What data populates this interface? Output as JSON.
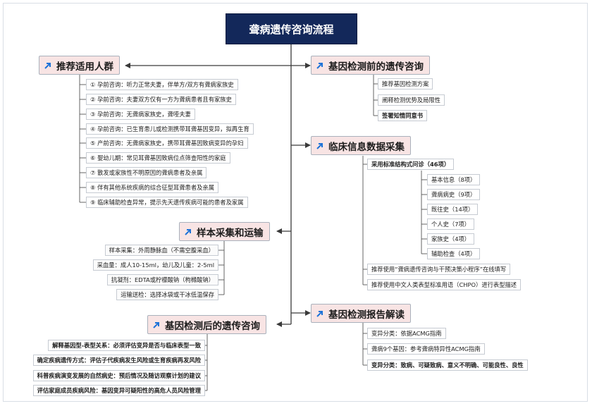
{
  "title": "聋病遗传咨询流程",
  "colors": {
    "root_bg": "#13285a",
    "main_bg": "#f8e4e4",
    "line": "#3a3a3a",
    "arrow": "#1e73d8"
  },
  "icons": {
    "topic_marker": "diagonal-arrow-icon"
  },
  "left": {
    "population": {
      "label": "推荐适用人群",
      "items": [
        "① 孕前咨询：听力正常夫妻，伴单方/双方有聋病家族史",
        "② 孕前咨询：夫妻双方仅有一方为聋病患者且有家族史",
        "③ 孕前咨询：无聋病家族史，聋哑夫妻",
        "④ 孕前咨询：已生育患儿或检测携带耳聋基因变异，拟再生育",
        "⑤ 产前咨询：无聋病家族史，携带耳聋基因致病变异的孕妇",
        "⑥ 婴幼儿期：常见耳聋基因致病位点筛查阳性的家庭",
        "⑦ 散发或家族性不明原因的聋病患者及亲属",
        "⑧ 伴有其他系统疾病的综合征型耳聋患者及亲属",
        "⑨ 临床辅助检查异常，提示先天遗传疾病可能的患者及家属"
      ]
    },
    "sampling": {
      "label": "样本采集和运输",
      "items": [
        "样本采集：外周静脉血（不需空腹采血）",
        "采血量：成人10-15ml，幼儿及儿童：2-5ml",
        "抗凝剂：EDTA或柠檬酸钠（枸橼酸钠）",
        "运输送检：选择冰袋或干冰低温保存"
      ]
    },
    "post": {
      "label": "基因检测后的遗传咨询",
      "items": [
        "解释基因型-表型关系：必须评估变异是否与临床表型一致",
        "确定疾病遗传方式：评估子代疾病发生风险或生育疾病再发风险",
        "科普疾病演变发展的自然病史：预后情况及随访观察计划的建议",
        "评估家庭成员疾病风险：基因变异可疑阳性的高危人员风险管理"
      ]
    }
  },
  "right": {
    "pre": {
      "label": "基因检测前的遗传咨询",
      "items": [
        "推荐基因检测方案",
        "阐释检测优势及局限性",
        "签署知情同意书"
      ]
    },
    "clinical": {
      "label": "临床信息数据采集",
      "questionnaire": "采用标准结构式问诊（46项）",
      "sub": [
        "基本信息（8项）",
        "聋病病史（9项）",
        "既往史（14项）",
        "个人史（7项）",
        "家族史（4项）",
        "辅助检查（4项）"
      ],
      "extra": [
        "推荐使用“聋病遗传咨询与干预决策小程序”在线填写",
        "推荐使用中文人类表型标准用语（CHPO）进行表型描述"
      ]
    },
    "report": {
      "label": "基因检测报告解读",
      "items": [
        "变异分类：依据ACMG指南",
        "聋病9个基因：参考聋病特异性ACMG指南",
        "变异分类：致病、可疑致病、意义不明确、可能良性、良性"
      ]
    }
  }
}
